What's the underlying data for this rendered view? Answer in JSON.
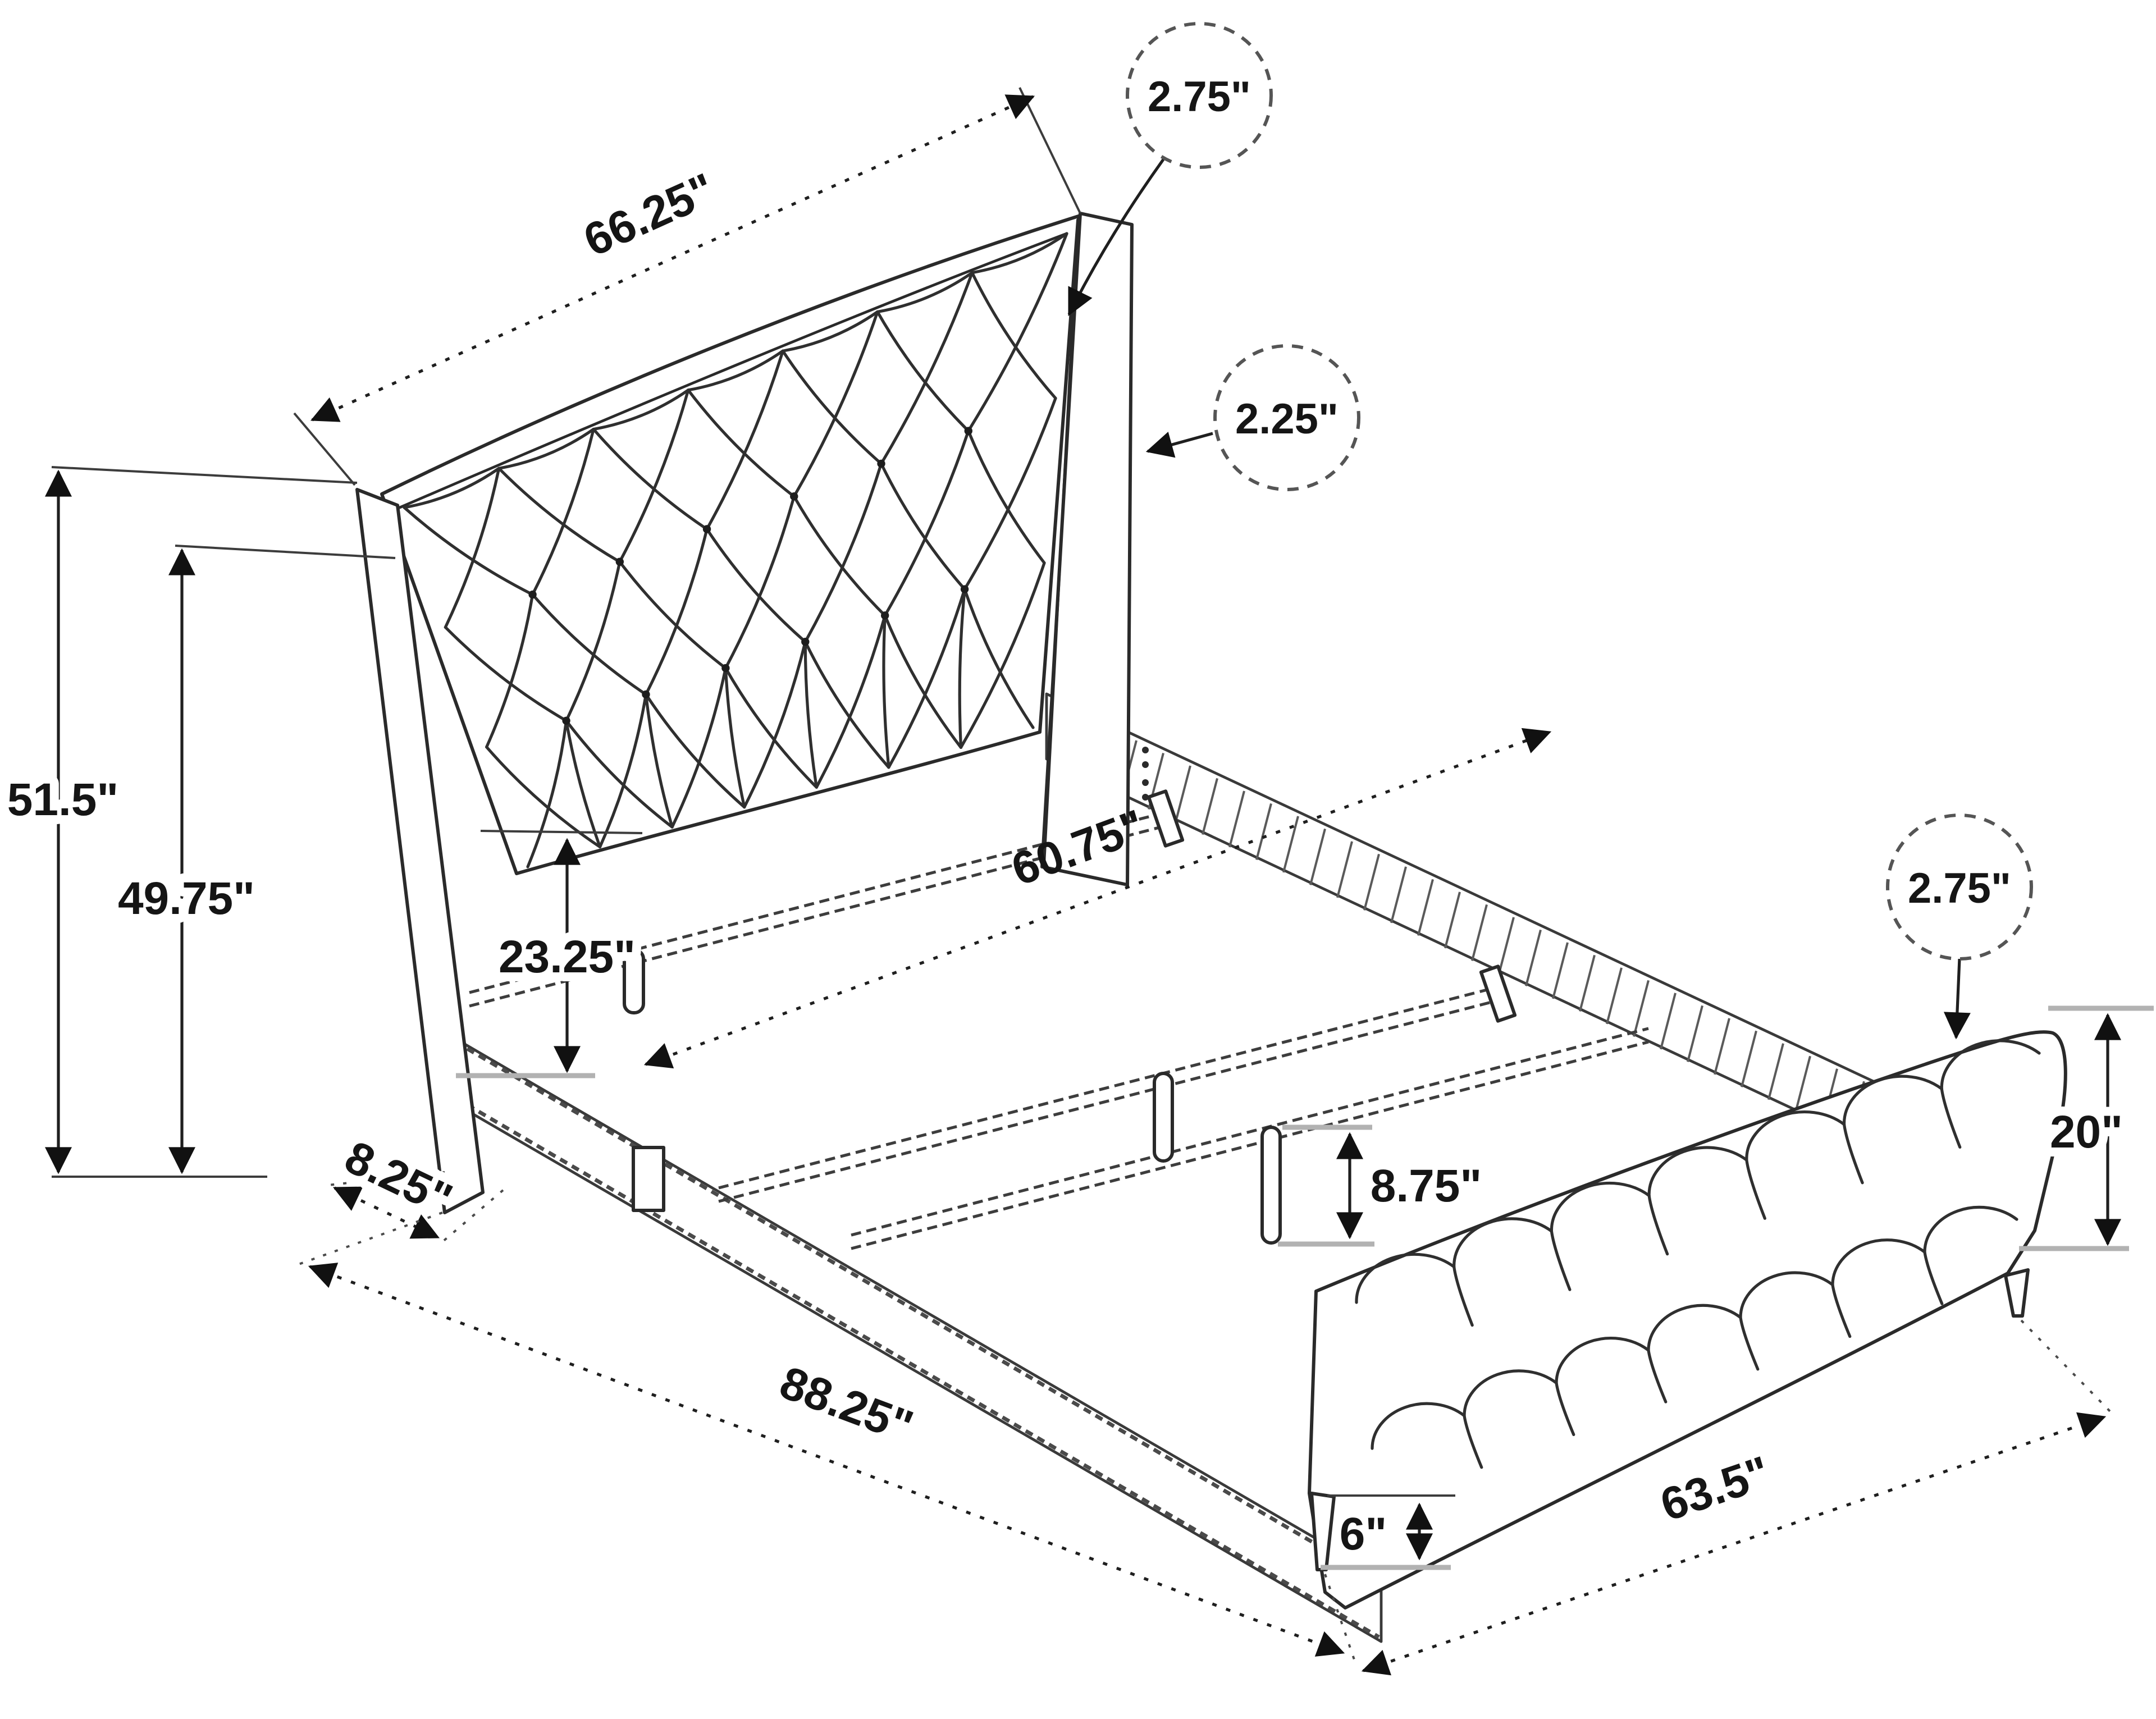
{
  "diagram": {
    "type": "furniture-dimension-drawing",
    "subject": "upholstered wingback bed with tufted headboard and sleigh footboard",
    "units": "inches",
    "colors": {
      "background": "#ffffff",
      "line": "#2a2a2a",
      "gray_tick": "#b2b2b2"
    }
  },
  "dims": {
    "headboard_top_rail_thickness": "2.75\"",
    "headboard_width": "66.25\"",
    "headboard_post_thickness": "2.25\"",
    "headboard_height": "51.5\"",
    "headboard_upholstered_height": "49.75\"",
    "panel_bottom_to_rail": "23.25\"",
    "slat_length": "60.75\"",
    "headboard_leg_depth": "8.25\"",
    "center_support_leg_height": "8.75\"",
    "overall_length": "88.25\"",
    "footboard_leg_height": "6\"",
    "footboard_width": "63.5\"",
    "footboard_thickness": "2.75\"",
    "footboard_height": "20\""
  }
}
